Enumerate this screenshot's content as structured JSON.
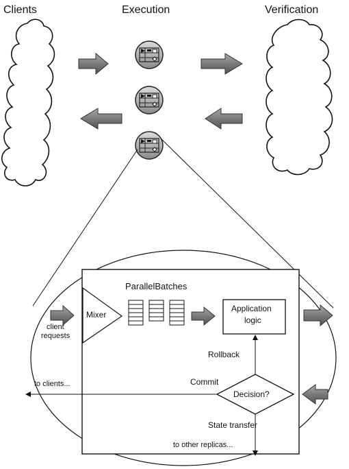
{
  "headers": {
    "clients": "Clients",
    "execution": "Execution",
    "verification": "Verification"
  },
  "detail": {
    "parallel_batches": "ParallelBatches",
    "mixer": "Mixer",
    "application_logic_line1": "Application",
    "application_logic_line2": "logic",
    "client_requests_line1": "client",
    "client_requests_line2": "requests",
    "rollback": "Rollback",
    "commit": "Commit",
    "decision": "Decision?",
    "to_clients": "to clients...",
    "state_transfer": "State transfer",
    "to_other_replicas": "to other replicas..."
  }
}
